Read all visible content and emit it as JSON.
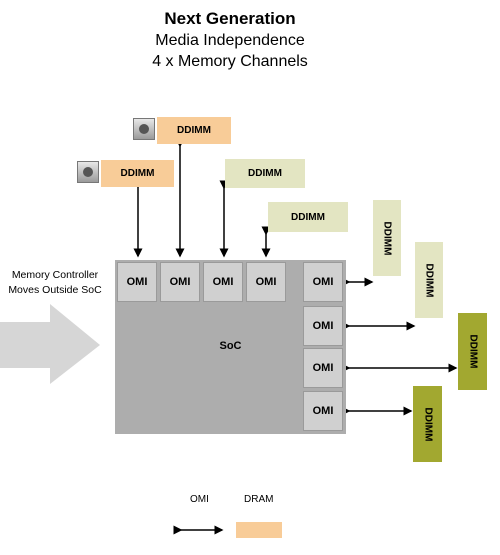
{
  "title": {
    "line1": "Next Generation",
    "line2": "Media Independence",
    "line3": "4 x Memory Channels"
  },
  "side_text": {
    "line1": "Memory Controller",
    "line2": "Moves Outside SoC"
  },
  "soc": {
    "label": "SoC"
  },
  "omi_label": "OMI",
  "ddimm_label": "DDIMM",
  "legend": {
    "omi": "OMI",
    "dram": "DRAM"
  },
  "colors": {
    "soc": "#adadad",
    "omi": "#d0d0d0",
    "dram": "#f8cc98",
    "ddimm_pale": "#e3e5c2",
    "ddimm_olive": "#a2a830",
    "side_arrow": "#d6d6d6"
  }
}
